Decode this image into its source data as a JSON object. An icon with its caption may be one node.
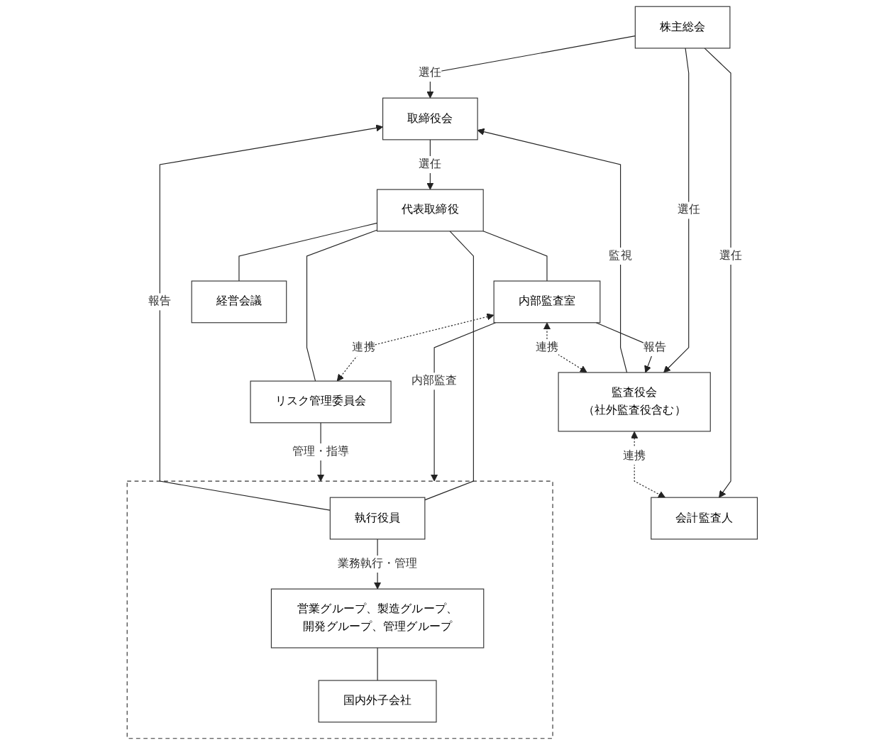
{
  "diagram": {
    "nodes": [
      {
        "text": [
          "株主総会"
        ]
      },
      {
        "text": [
          "取締役会"
        ]
      },
      {
        "text": [
          "監査役会",
          "（社外監査役含む）"
        ]
      },
      {
        "text": [
          "会計監査人"
        ]
      },
      {
        "text": [
          "代表取締役"
        ]
      },
      {
        "text": [
          "内部監査室"
        ]
      },
      {
        "text": [
          "リスク管理委員会"
        ]
      },
      {
        "text": [
          "経営会議"
        ]
      },
      {
        "text": [],
        "shape": "box"
      },
      {
        "text": [
          "執行役員"
        ],
        "in": 8
      },
      {
        "text": [
          "営業グループ、製造グループ、開発グループ、管理グループ"
        ],
        "in": 8
      },
      {
        "text": [
          "国内外子会社"
        ],
        "in": 8
      }
    ],
    "edges": [
      {
        "from": 0,
        "to": 1,
        "arrow": "to",
        "label": "選任"
      },
      {
        "from": 0,
        "to": 2,
        "arrow": "to",
        "label": "選任"
      },
      {
        "from": 0,
        "to": 3,
        "arrow": "to",
        "label": "選任"
      },
      {
        "from": 2,
        "to": 1,
        "arrow": "to",
        "label": "監視"
      },
      {
        "from": 2,
        "to": 3,
        "arrow": "both",
        "label": "連携",
        "style": "dashed"
      },
      {
        "from": 1,
        "to": 4,
        "arrow": "to",
        "label": "選任"
      },
      {
        "from": 2,
        "to": 5,
        "arrow": "both",
        "label": "連携",
        "style": "dashed"
      },
      {
        "from": 5,
        "to": 2,
        "arrow": "to",
        "label": "報告"
      },
      {
        "from": 4,
        "to": 5,
        "arrow": "none"
      },
      {
        "from": 5,
        "to": 6,
        "arrow": "both",
        "label": "連携",
        "style": "dashed"
      },
      {
        "from": 4,
        "to": 6,
        "arrow": "none"
      },
      {
        "from": 4,
        "to": 7,
        "arrow": "none"
      },
      {
        "from": 4,
        "to": 9,
        "arrow": "none"
      },
      {
        "from": 9,
        "to": 1,
        "arrow": "to",
        "label": "報告"
      },
      {
        "from": 5,
        "to": 8,
        "arrow": "to",
        "label": "内部監査"
      },
      {
        "from": 6,
        "to": 8,
        "arrow": "to",
        "label": "管理・指導"
      },
      {
        "from": 9,
        "to": 10,
        "arrow": "to",
        "label": "業務執行・管理"
      },
      {
        "from": 10,
        "to": 11,
        "arrow": "none"
      }
    ]
  }
}
